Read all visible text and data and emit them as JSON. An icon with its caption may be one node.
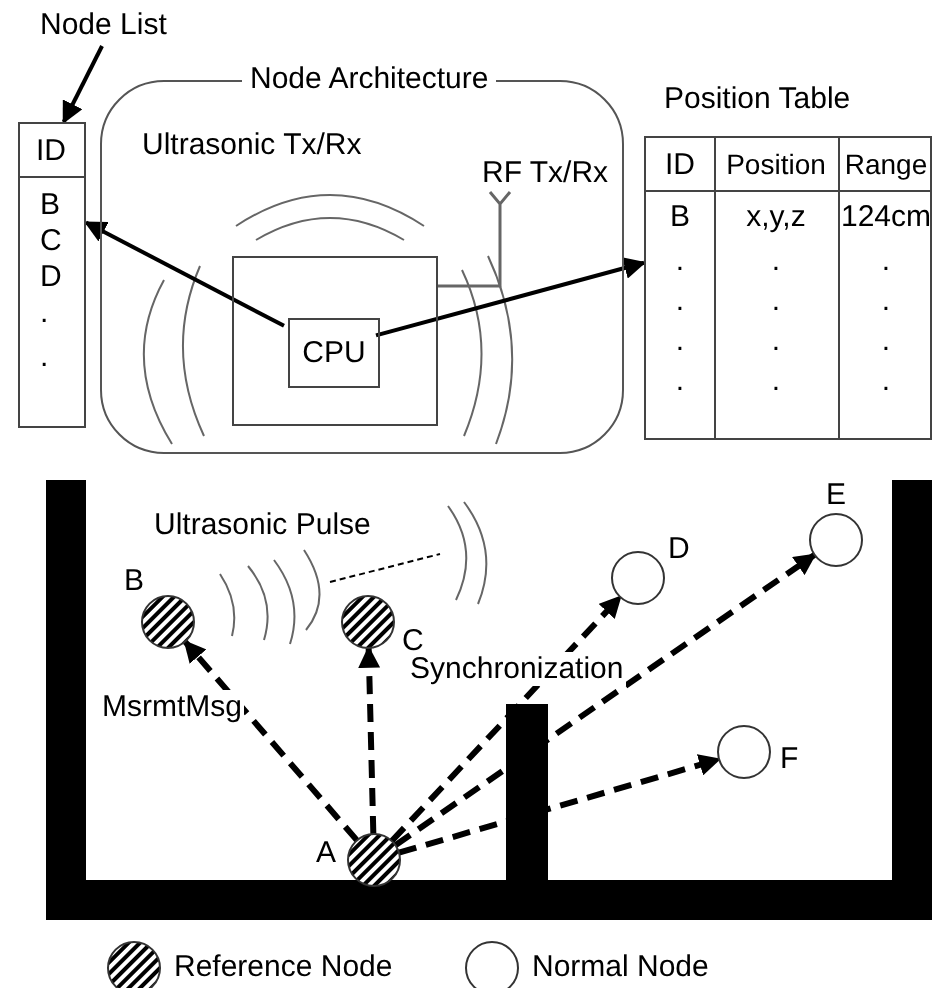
{
  "diagram": {
    "nodes": [
      {
        "text": [
          "Node List"
        ]
      },
      {
        "text": [
          "ID",
          "B",
          "C",
          "D",
          ".",
          "."
        ]
      },
      {
        "text": [
          "Node Architecture",
          "Ultrasonic Tx/Rx",
          "RF Tx/Rx"
        ]
      },
      {
        "text": [],
        "shape": "box",
        "in": 2
      },
      {
        "text": [
          "CPU"
        ],
        "in": 3
      },
      {
        "text": [
          "Position Table",
          "ID",
          "Position",
          "Range",
          "B",
          "x,y,z",
          "124cm",
          ".",
          ".",
          ".",
          ".",
          ".",
          ".",
          ".",
          ".",
          ".",
          ".",
          ".",
          "."
        ]
      },
      {
        "text": [
          "B"
        ]
      },
      {
        "text": [
          "C"
        ]
      },
      {
        "text": [
          "D"
        ]
      },
      {
        "text": [
          "E"
        ]
      },
      {
        "text": [
          "F"
        ]
      },
      {
        "text": [
          "A"
        ]
      }
    ],
    "edges": [
      {
        "from": 0,
        "to": 1,
        "arrow": "to"
      },
      {
        "from": 4,
        "to": 1,
        "arrow": "to"
      },
      {
        "from": 4,
        "to": 5,
        "arrow": "to"
      },
      {
        "from": 11,
        "to": 6,
        "arrow": "to",
        "label": "MsrmtMsg",
        "style": "dashed"
      },
      {
        "from": 11,
        "to": 7,
        "arrow": "to",
        "style": "dashed"
      },
      {
        "from": 11,
        "to": 8,
        "arrow": "to",
        "style": "dashed"
      },
      {
        "from": 11,
        "to": 9,
        "arrow": "to",
        "style": "dashed"
      },
      {
        "from": 11,
        "to": 10,
        "arrow": "to",
        "style": "dashed"
      }
    ],
    "labels": [
      "Ultrasonic Pulse",
      "Synchronization"
    ],
    "legend": [
      {
        "text": "Reference Node"
      },
      {
        "text": "Normal Node"
      }
    ]
  }
}
